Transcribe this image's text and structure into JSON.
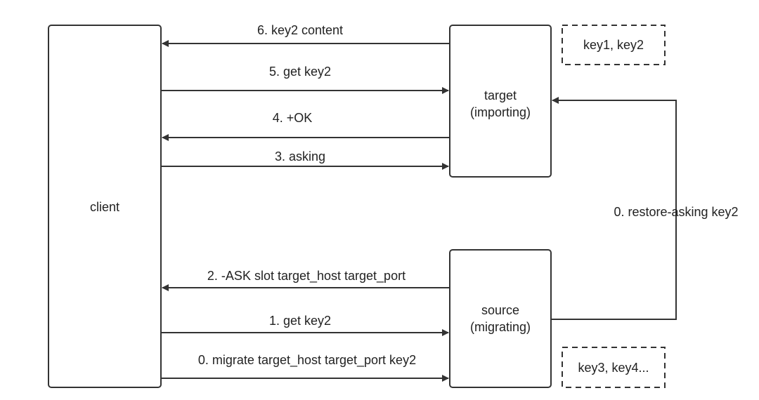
{
  "nodes": {
    "client": "client",
    "target_line1": "target",
    "target_line2": "(importing)",
    "source_line1": "source",
    "source_line2": "(migrating)"
  },
  "side_boxes": {
    "target_keys": "key1, key2",
    "source_keys": "key3, key4..."
  },
  "messages": {
    "m6": "6. key2 content",
    "m5": "5. get key2",
    "m4": "4. +OK",
    "m3": "3. asking",
    "m2": "2. -ASK slot target_host target_port",
    "m1": "1. get key2",
    "m0_migrate": "0. migrate target_host target_port key2",
    "m0_restore": "0. restore-asking key2"
  }
}
